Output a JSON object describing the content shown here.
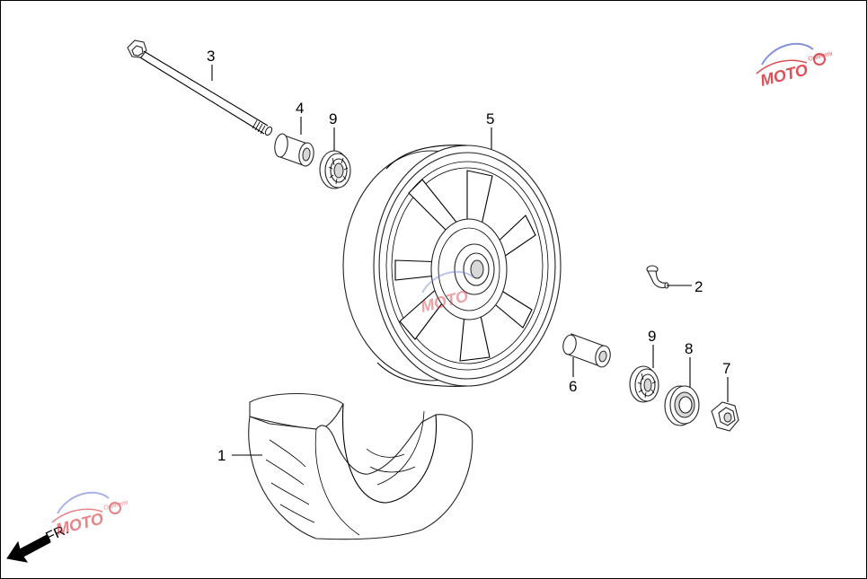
{
  "diagram": {
    "callouts": [
      {
        "id": "1",
        "label": "1"
      },
      {
        "id": "2",
        "label": "2"
      },
      {
        "id": "3",
        "label": "3"
      },
      {
        "id": "4",
        "label": "4"
      },
      {
        "id": "5",
        "label": "5"
      },
      {
        "id": "6",
        "label": "6"
      },
      {
        "id": "7",
        "label": "7"
      },
      {
        "id": "8",
        "label": "8"
      },
      {
        "id": "9a",
        "label": "9"
      },
      {
        "id": "9b",
        "label": "9"
      }
    ],
    "direction_label": "FR.",
    "watermark_text": "MOTO",
    "watermark_subtext": "Onlinemi"
  },
  "colors": {
    "line": "#000000",
    "watermark_red": "#d9303a",
    "watermark_blue": "#6f7fd6",
    "watermark_grey": "#9a9a9a"
  }
}
